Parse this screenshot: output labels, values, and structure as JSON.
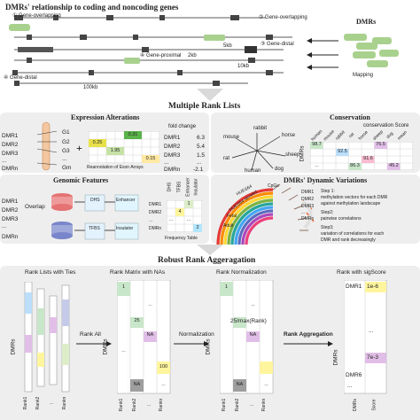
{
  "top": {
    "title": "DMRs' relationship to coding and noncoding genes",
    "gene_labels": [
      "① Gene-overlapping",
      "② Gene-overlapping",
      "③ Gene-distal",
      "④ Gene-proximal",
      "2kb",
      "④ Gene-distal",
      "5kb",
      "10kb",
      "100kb"
    ],
    "dmrs_label": "DMRs",
    "mapping_label": "Mapping"
  },
  "mrl": {
    "title": "Multiple Rank Lists"
  },
  "expr": {
    "title": "Expression Alterations",
    "dmr_labels": [
      "DMR1",
      "DMR2",
      "DMR3",
      "...",
      "DMRn"
    ],
    "gene_labels": [
      "G1",
      "G2",
      "G3",
      "...",
      "Gm"
    ],
    "plus": "+",
    "cells": [
      "0.31",
      "0.25",
      "1.95",
      "0.15"
    ],
    "foot": "Reannotation of Exon Arrays",
    "fc_title": "fold change",
    "fc_rows": [
      {
        "name": "DMR1",
        "val": "6.3"
      },
      {
        "name": "DMR2",
        "val": "5.4"
      },
      {
        "name": "DMR3",
        "val": "1.5"
      },
      {
        "name": "...",
        "val": "..."
      },
      {
        "name": "DMRn",
        "val": "-2.1"
      }
    ]
  },
  "cons": {
    "title": "Conservation",
    "species": [
      "rabbit",
      "mouse",
      "horse",
      "rat",
      "sheep",
      "dog",
      "human"
    ],
    "score_title": "conservation Score",
    "cols": [
      "human",
      "mouse",
      "rabbit",
      "rat",
      "horse",
      "sheep",
      "dog",
      "mean"
    ],
    "rows_label": "DMRs",
    "values": [
      "98.7",
      "92.5",
      "76.5",
      "91.6",
      "86.3",
      "45.2"
    ],
    "ellipsis": "..."
  },
  "geno": {
    "title": "Genomic Features",
    "dmr_labels": [
      "DMR1",
      "DMR2",
      "DMR3",
      "...",
      "DMRn"
    ],
    "overlap": "Overlap",
    "db": [
      "DHS",
      "TFBS"
    ],
    "features": [
      "Enhancer",
      "Insulator"
    ],
    "cols": [
      "DHS",
      "TFBS",
      "Enhancer",
      "Insulator"
    ],
    "dmr_rows": [
      "DMR1",
      "DMR2",
      "...",
      "DMRn"
    ],
    "cells": [
      "1",
      "4",
      "...",
      "2",
      "..."
    ],
    "foot": "Frequency Table"
  },
  "dyn": {
    "title": "DMRs' Dynamic Variations",
    "ring_labels": [
      "CpGs",
      "HUES64",
      "HUES64 derived",
      "Fetal",
      "Adult"
    ],
    "dmr_labels": [
      "DMR1",
      "DMR2",
      "DMR3",
      "...",
      "DMRn"
    ],
    "steps": [
      "Step 1:",
      "methylation vectors for each DMR",
      "against methylation landscape",
      "Step2;",
      "pairwise correlations",
      "Step3;",
      "variation of correlations for each",
      "DMR and rank decreasingly"
    ]
  },
  "rra": {
    "title": "Robust Rank Aggeragation",
    "s1": "Rank Lists with Ties",
    "s2": "Rank Matrix with NAs",
    "s3": "Rank Normalization",
    "s4": "Rank with sigScore",
    "dmrs": "DMRs",
    "arrows": [
      "Rank All",
      "Normalization",
      "Rank Aggregation"
    ],
    "rank_cols": [
      "Rank1",
      "Rank2",
      "...",
      "Rankn"
    ],
    "m2": [
      "1",
      "25",
      "NA",
      "NA",
      "100",
      "...",
      "...",
      "..."
    ],
    "m3": [
      "1",
      "25/max(Rank)",
      "NA",
      "NA",
      "...",
      "..."
    ],
    "out_rows": [
      "DMR1",
      "1e-6",
      "...",
      "7e-3",
      "DMR6",
      "..."
    ],
    "out_cols": [
      "DMRs",
      "Score"
    ]
  }
}
